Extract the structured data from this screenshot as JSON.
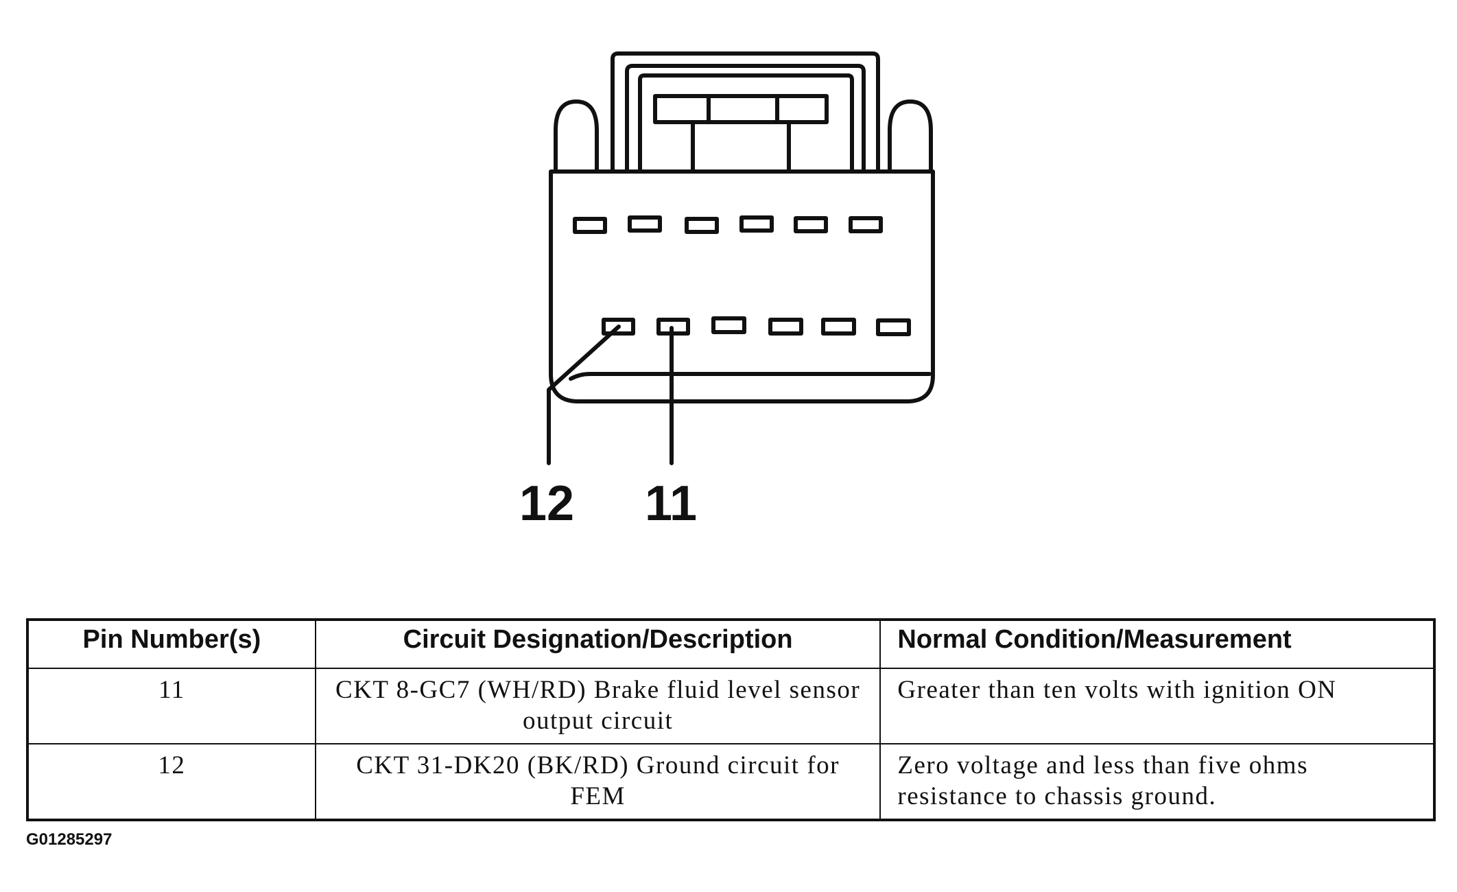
{
  "connector": {
    "callout_labels": [
      "12",
      "11"
    ]
  },
  "table": {
    "headers": {
      "pin": "Pin Number(s)",
      "circuit": "Circuit Designation/Description",
      "condition": "Normal Condition/Measurement"
    },
    "rows": [
      {
        "pin": "11",
        "circuit": "CKT 8-GC7 (WH/RD) Brake fluid level sensor output circuit",
        "condition": "Greater than ten volts with ignition ON"
      },
      {
        "pin": "12",
        "circuit": "CKT 31-DK20 (BK/RD) Ground circuit for FEM",
        "condition": "Zero voltage and less than five ohms resistance to chassis ground."
      }
    ]
  },
  "figure_id": "G01285297"
}
